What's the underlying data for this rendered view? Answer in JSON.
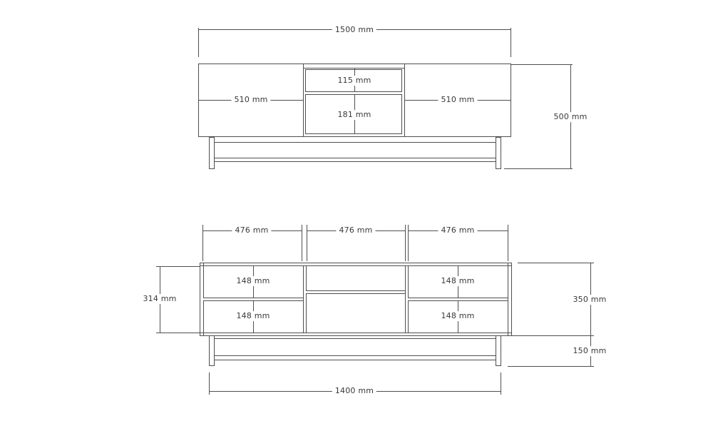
{
  "drawing": {
    "kind": "TV stand dimension drawing",
    "unit": "mm",
    "line_color": "#4f4f4f",
    "text_color": "#383838",
    "background": "#ffffff"
  },
  "top_view": {
    "overall_width": "1500 mm",
    "overall_height": "500 mm",
    "left_section_width": "510 mm",
    "right_section_width": "510 mm",
    "top_drawer_height": "115 mm",
    "bottom_drawer_height": "181 mm"
  },
  "bottom_view": {
    "section_widths": [
      "476 mm",
      "476 mm",
      "476 mm"
    ],
    "compartment_heights": [
      "148 mm",
      "148 mm",
      "148 mm",
      "148 mm"
    ],
    "interior_height": "314 mm",
    "carcass_height": "350 mm",
    "leg_height": "150 mm",
    "base_width": "1400 mm"
  }
}
